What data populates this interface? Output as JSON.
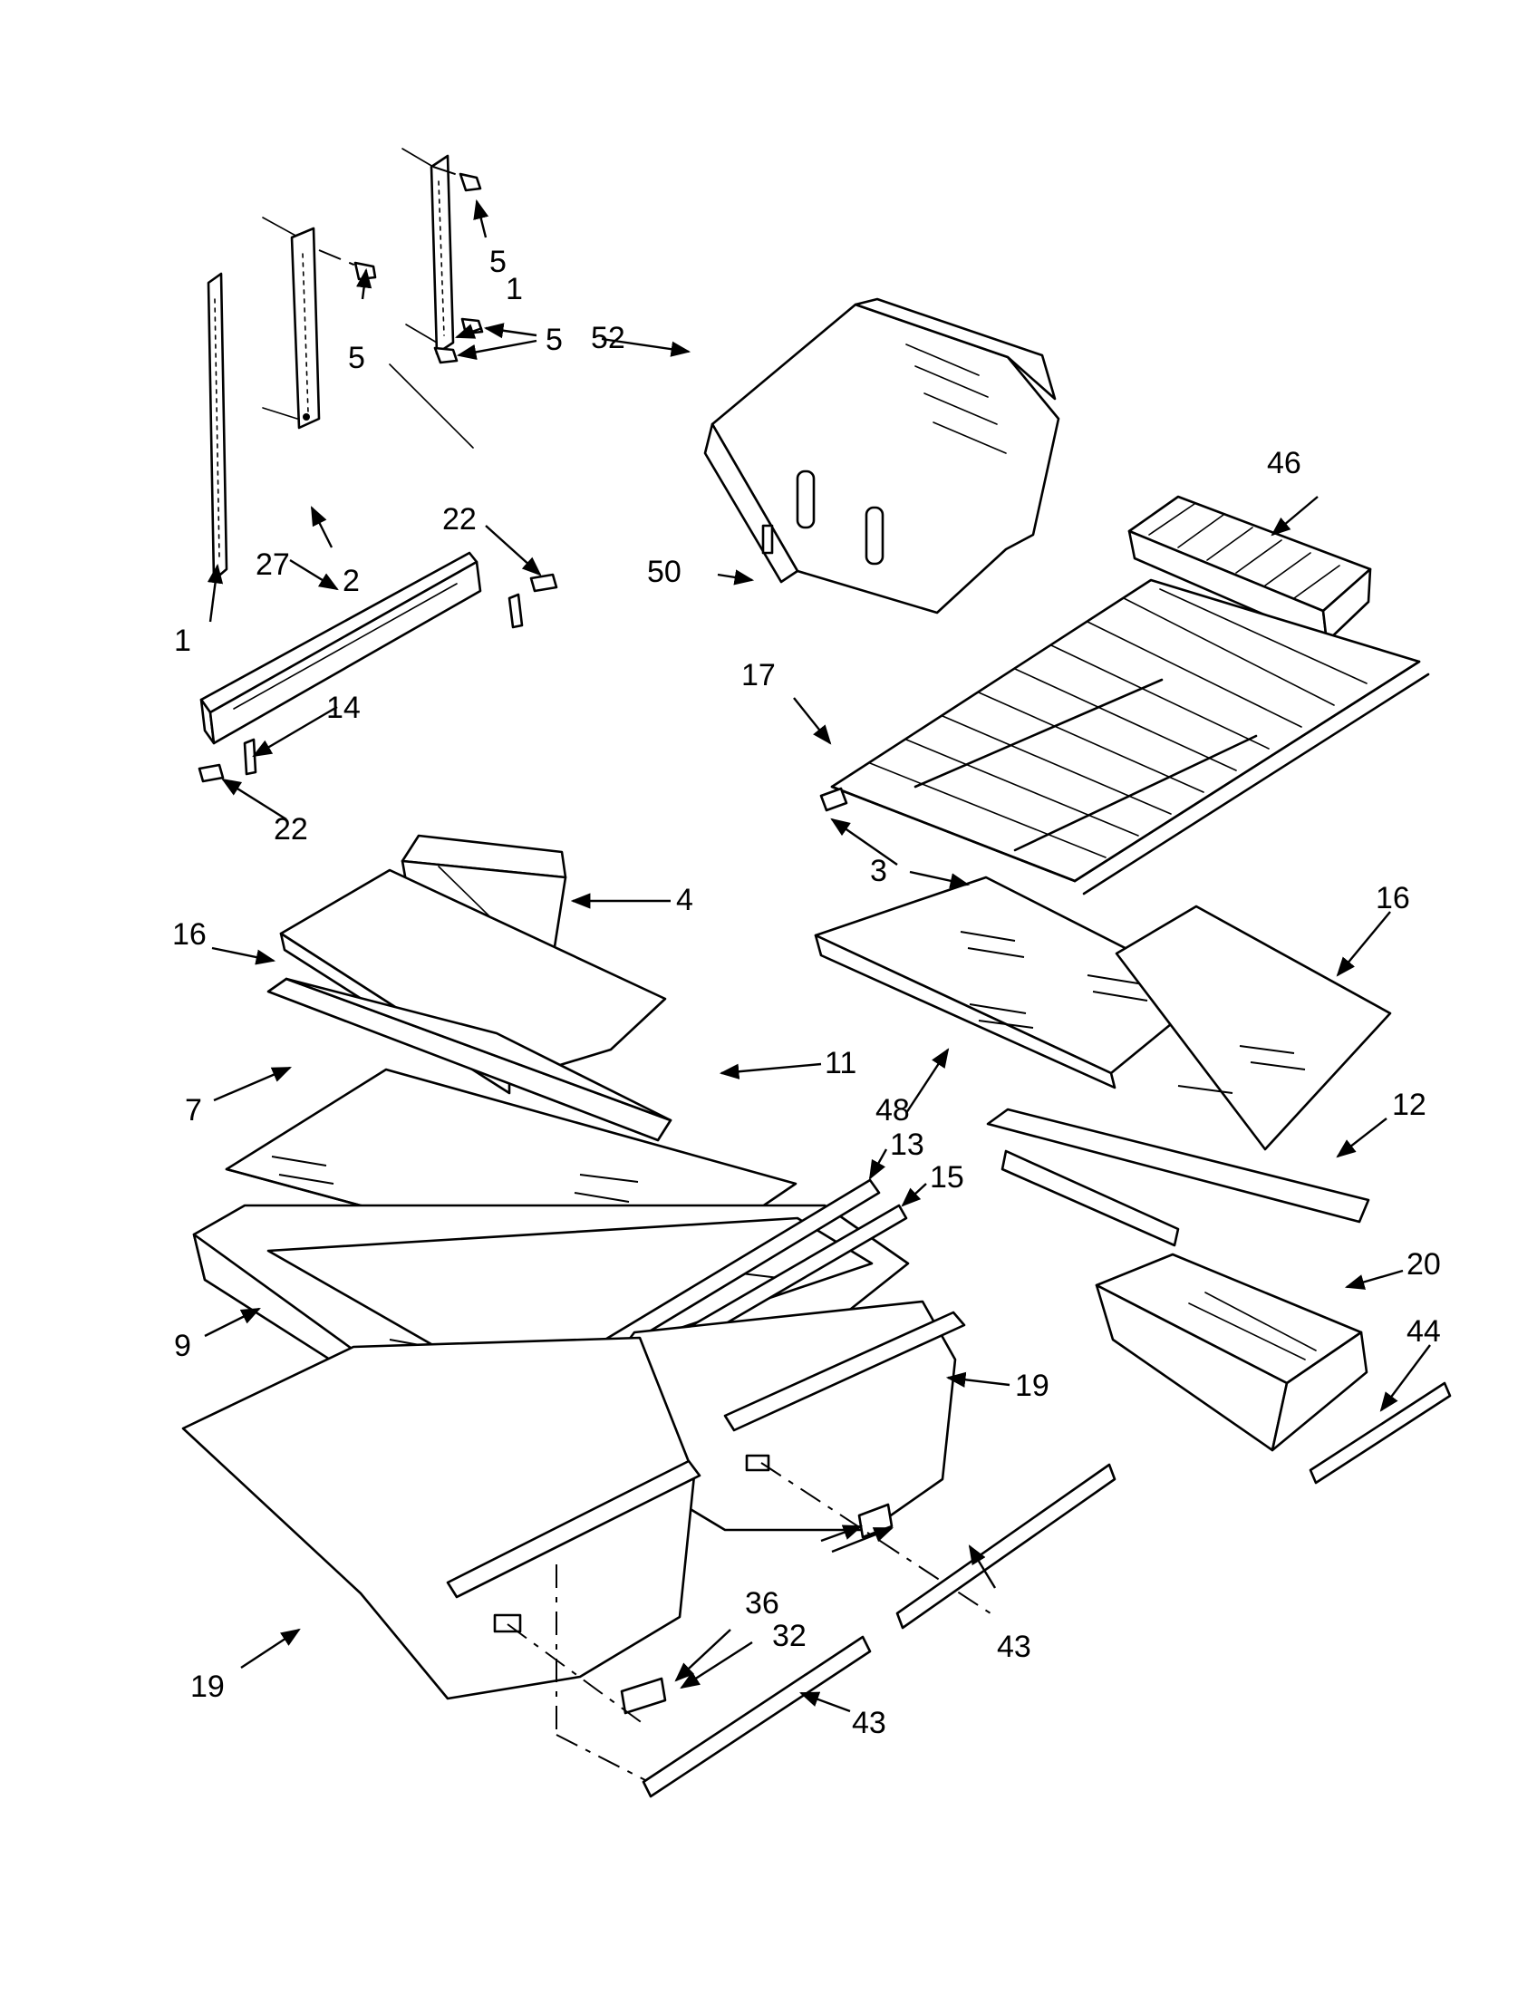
{
  "diagram": {
    "callouts": [
      {
        "id": "p1-a",
        "label": "1"
      },
      {
        "id": "p1-b",
        "label": "1"
      },
      {
        "id": "p2",
        "label": "2"
      },
      {
        "id": "p27",
        "label": "27"
      },
      {
        "id": "p5-a",
        "label": "5"
      },
      {
        "id": "p5-b",
        "label": "5"
      },
      {
        "id": "p5-c",
        "label": "5"
      },
      {
        "id": "p22-a",
        "label": "22"
      },
      {
        "id": "p22-b",
        "label": "22"
      },
      {
        "id": "p14",
        "label": "14"
      },
      {
        "id": "p52",
        "label": "52"
      },
      {
        "id": "p50",
        "label": "50"
      },
      {
        "id": "p46",
        "label": "46"
      },
      {
        "id": "p17",
        "label": "17"
      },
      {
        "id": "p3",
        "label": "3"
      },
      {
        "id": "p4",
        "label": "4"
      },
      {
        "id": "p16-a",
        "label": "16"
      },
      {
        "id": "p16-b",
        "label": "16"
      },
      {
        "id": "p11",
        "label": "11"
      },
      {
        "id": "p7",
        "label": "7"
      },
      {
        "id": "p48",
        "label": "48"
      },
      {
        "id": "p12",
        "label": "12"
      },
      {
        "id": "p13",
        "label": "13"
      },
      {
        "id": "p15",
        "label": "15"
      },
      {
        "id": "p9",
        "label": "9"
      },
      {
        "id": "p20",
        "label": "20"
      },
      {
        "id": "p44",
        "label": "44"
      },
      {
        "id": "p19-a",
        "label": "19"
      },
      {
        "id": "p19-b",
        "label": "19"
      },
      {
        "id": "p36",
        "label": "36"
      },
      {
        "id": "p32",
        "label": "32"
      },
      {
        "id": "p43-a",
        "label": "43"
      },
      {
        "id": "p43-b",
        "label": "43"
      }
    ]
  }
}
